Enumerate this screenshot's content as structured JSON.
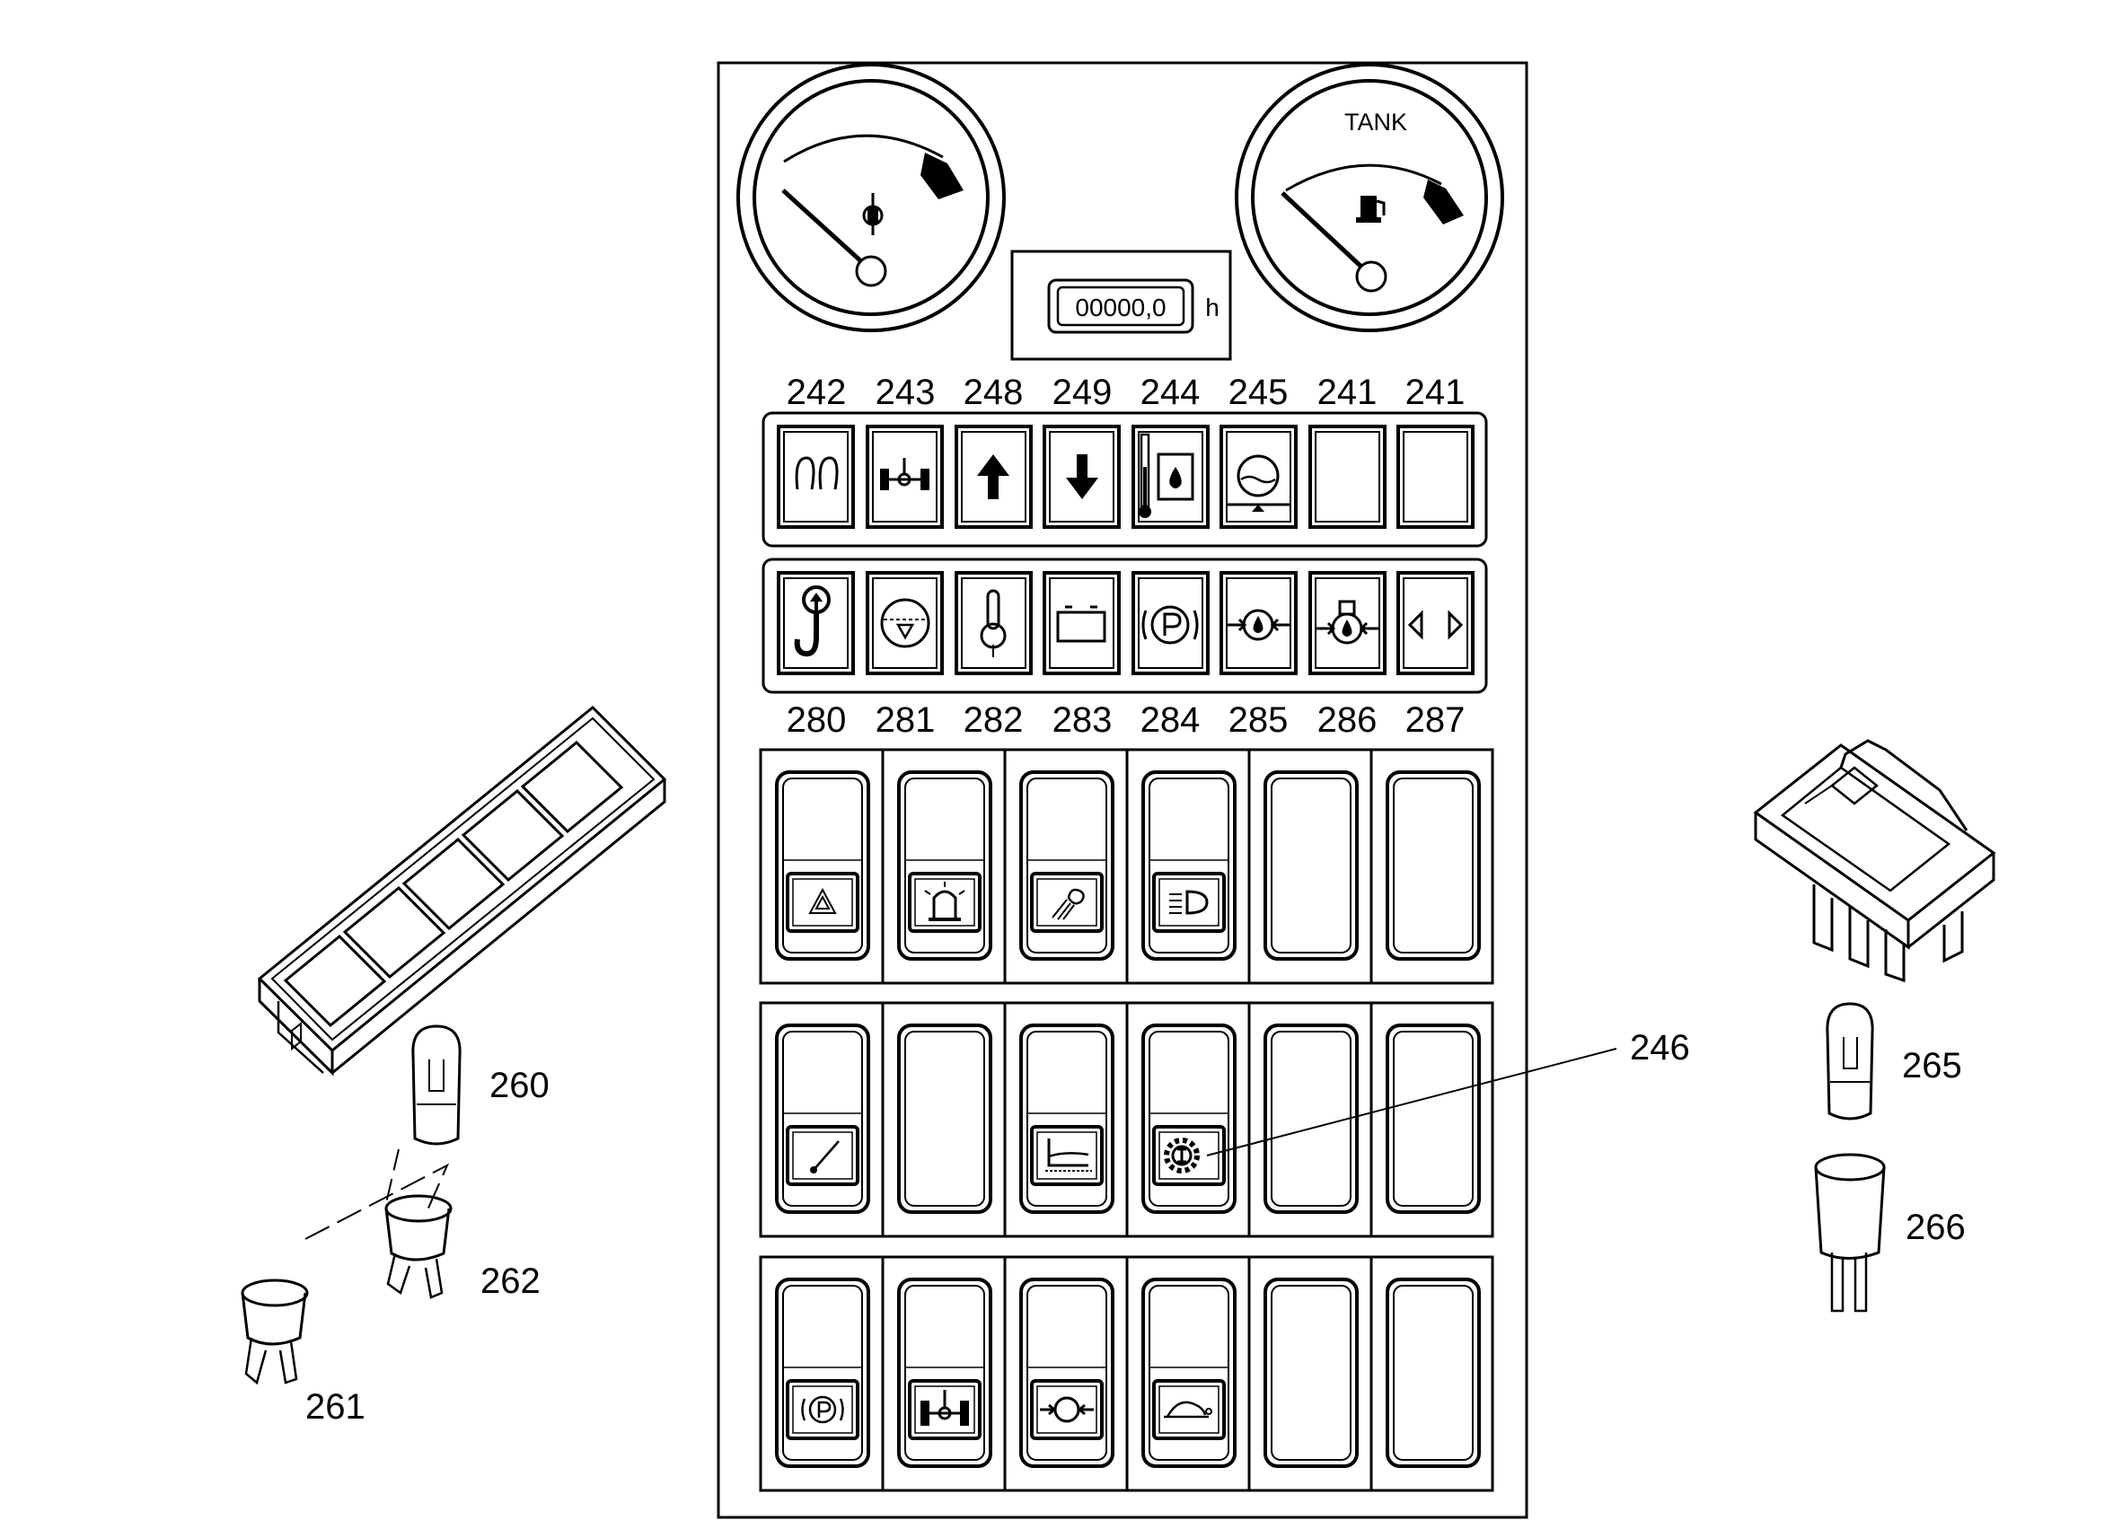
{
  "gauges": {
    "fuel_label": "TANK",
    "hour_meter_value": "00000,0",
    "hour_meter_unit": "h"
  },
  "indicator_row_1": [
    {
      "number": "242",
      "icon": "glow-plug-icon"
    },
    {
      "number": "243",
      "icon": "axle-icon"
    },
    {
      "number": "248",
      "icon": "arrow-up-icon"
    },
    {
      "number": "249",
      "icon": "arrow-down-icon"
    },
    {
      "number": "244",
      "icon": "hydraulic-oil-temperature-icon"
    },
    {
      "number": "245",
      "icon": "coolant-level-icon"
    },
    {
      "number": "241",
      "icon": "blank"
    },
    {
      "number": "241",
      "icon": "blank"
    }
  ],
  "indicator_row_2": [
    {
      "number": "280",
      "icon": "hook-icon"
    },
    {
      "number": "281",
      "icon": "air-filter-icon"
    },
    {
      "number": "282",
      "icon": "coolant-temperature-icon"
    },
    {
      "number": "283",
      "icon": "battery-icon"
    },
    {
      "number": "284",
      "icon": "parking-brake-icon"
    },
    {
      "number": "285",
      "icon": "brake-pressure-icon"
    },
    {
      "number": "286",
      "icon": "engine-oil-pressure-icon"
    },
    {
      "number": "287",
      "icon": "turn-signal-icon"
    }
  ],
  "switch_rows": [
    [
      "hazard-icon",
      "beacon-icon",
      "work-light-icon",
      "headlight-icon",
      "blank",
      "blank"
    ],
    [
      "boom-icon",
      "blank",
      "blade-icon",
      "transmission-icon",
      "blank",
      "blank"
    ],
    [
      "parking-brake-icon",
      "axle-icon",
      "brake-icon",
      "turtle-icon",
      "blank",
      "blank"
    ]
  ],
  "callouts": {
    "c246": "246",
    "c260": "260",
    "c261": "261",
    "c262": "262",
    "c265": "265",
    "c266": "266"
  }
}
